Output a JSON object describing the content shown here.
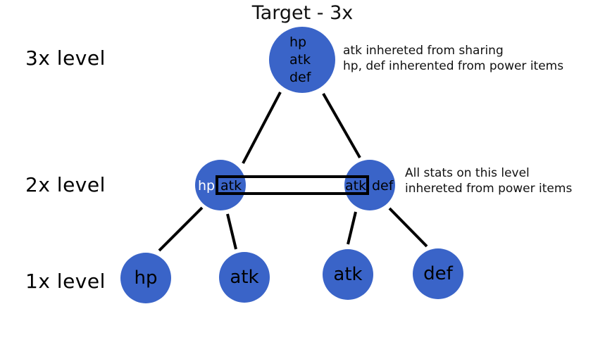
{
  "title": "Target - 3x",
  "colors": {
    "node_fill": "#3A64C8",
    "edge": "#000000",
    "text_default": "#000000",
    "text_light": "#FFFFFF"
  },
  "level_labels": {
    "l3": "3x level",
    "l2": "2x level",
    "l1": "1x level"
  },
  "annotations": {
    "l3": {
      "line1": "atk inhereted from sharing",
      "line2": "hp, def inherented from power items"
    },
    "l2": {
      "line1": "All stats on this level",
      "line2": "inhereted from power items"
    }
  },
  "nodes": {
    "target": {
      "stats": [
        "hp",
        "atk",
        "def"
      ]
    },
    "left_2x": {
      "stat1": "hp",
      "stat2": "atk"
    },
    "right_2x": {
      "stat1": "atk",
      "stat2": "def"
    },
    "leaves": [
      "hp",
      "atk",
      "atk",
      "def"
    ]
  }
}
